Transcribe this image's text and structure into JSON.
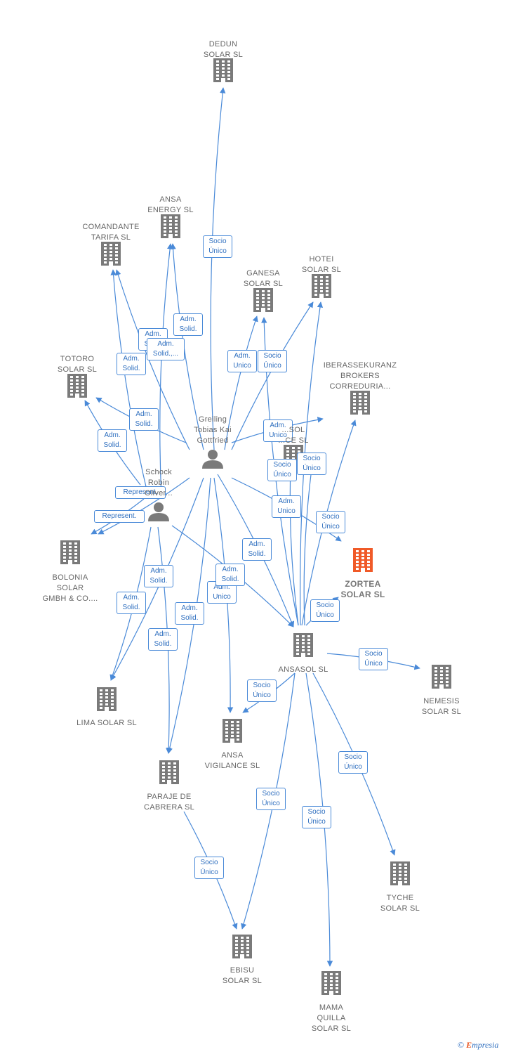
{
  "colors": {
    "edge": "#4a8ad8",
    "building": "#7a7a7a",
    "highlight": "#f05a28",
    "person": "#7a7a7a"
  },
  "nodes": [
    {
      "id": "dedun",
      "type": "company",
      "label": [
        "DEDUN",
        "SOLAR  SL"
      ]
    },
    {
      "id": "ansa_energy",
      "type": "company",
      "label": [
        "ANSA",
        "ENERGY SL"
      ]
    },
    {
      "id": "comandante",
      "type": "company",
      "label": [
        "COMANDANTE",
        "TARIFA  SL"
      ]
    },
    {
      "id": "ganesa",
      "type": "company",
      "label": [
        "GANESA",
        "SOLAR  SL"
      ]
    },
    {
      "id": "hotei",
      "type": "company",
      "label": [
        "HOTEI",
        "SOLAR  SL"
      ]
    },
    {
      "id": "iberas",
      "type": "company",
      "label": [
        "IBERASSEKURANZ",
        "BROKERS",
        "CORREDURIA..."
      ]
    },
    {
      "id": "totoro",
      "type": "company",
      "label": [
        "TOTORO",
        "SOLAR SL"
      ]
    },
    {
      "id": "greiling",
      "type": "person",
      "label": [
        "Greiling",
        "Tobias Kai",
        "Gottfried"
      ]
    },
    {
      "id": "ansasolce",
      "type": "company",
      "label": [
        "...SOL",
        "...CE  SL"
      ]
    },
    {
      "id": "schock",
      "type": "person",
      "label": [
        "Schock",
        "Robin",
        "Oliver..."
      ]
    },
    {
      "id": "bolonia",
      "type": "company",
      "label": [
        "BOLONIA",
        "SOLAR",
        "GMBH & CO...."
      ]
    },
    {
      "id": "zortea",
      "type": "company",
      "highlight": true,
      "label": [
        "ZORTEA",
        "SOLAR  SL"
      ]
    },
    {
      "id": "ansasol",
      "type": "company",
      "label": [
        "ANSASOL SL"
      ]
    },
    {
      "id": "nemesis",
      "type": "company",
      "label": [
        "NEMESIS",
        "SOLAR  SL"
      ]
    },
    {
      "id": "lima",
      "type": "company",
      "label": [
        "LIMA SOLAR SL"
      ]
    },
    {
      "id": "vigilance",
      "type": "company",
      "label": [
        "ANSA",
        "VIGILANCE  SL"
      ]
    },
    {
      "id": "paraje",
      "type": "company",
      "label": [
        "PARAJE DE",
        "CABRERA SL"
      ]
    },
    {
      "id": "tyche",
      "type": "company",
      "label": [
        "TYCHE",
        "SOLAR  SL"
      ]
    },
    {
      "id": "ebisu",
      "type": "company",
      "label": [
        "EBISU",
        "SOLAR  SL"
      ]
    },
    {
      "id": "mama",
      "type": "company",
      "label": [
        "MAMA",
        "QUILLA",
        "SOLAR  SL"
      ]
    }
  ],
  "edges": [
    {
      "from": "greiling",
      "to": "dedun",
      "label": [
        "Socio",
        "Único"
      ]
    },
    {
      "from": "greiling",
      "to": "ansa_energy",
      "label": [
        "Adm.",
        "Solid."
      ]
    },
    {
      "from": "greiling",
      "to": "comandante",
      "label": [
        "Adm.",
        "Solid."
      ]
    },
    {
      "from": "greiling",
      "to": "ganesa",
      "label": [
        "Adm.",
        "Unico"
      ]
    },
    {
      "from": "greiling",
      "to": "hotei",
      "label": [
        "Adm.",
        "Unico"
      ]
    },
    {
      "from": "greiling",
      "to": "totoro",
      "label": [
        "Adm.",
        "Solid."
      ]
    },
    {
      "from": "greiling",
      "to": "ansasolce",
      "label": [
        "Adm.",
        "Unico"
      ]
    },
    {
      "from": "greiling",
      "to": "bolonia",
      "label": [
        "Represent."
      ]
    },
    {
      "from": "greiling",
      "to": "zortea",
      "label": [
        "Adm.",
        "Unico"
      ]
    },
    {
      "from": "greiling",
      "to": "ansasol",
      "label": [
        "Adm.",
        "Solid."
      ]
    },
    {
      "from": "greiling",
      "to": "lima",
      "label": [
        "Adm.",
        "Solid."
      ]
    },
    {
      "from": "greiling",
      "to": "vigilance",
      "label": [
        "Adm.",
        "Unico"
      ]
    },
    {
      "from": "greiling",
      "to": "paraje",
      "label": [
        "Adm.",
        "Solid."
      ]
    },
    {
      "from": "schock",
      "to": "ansa_energy",
      "label": [
        "Adm.",
        "Solid.,..."
      ]
    },
    {
      "from": "schock",
      "to": "comandante",
      "label": [
        "Adm.",
        "Solid."
      ]
    },
    {
      "from": "schock",
      "to": "totoro",
      "label": [
        "Adm.",
        "Solid."
      ]
    },
    {
      "from": "schock",
      "to": "bolonia",
      "label": [
        "Represent."
      ]
    },
    {
      "from": "schock",
      "to": "lima",
      "label": [
        "Adm.",
        "Solid."
      ]
    },
    {
      "from": "schock",
      "to": "paraje",
      "label": [
        "Adm.",
        "Solid."
      ]
    },
    {
      "from": "schock",
      "to": "ansasol",
      "label": [
        "Adm.",
        "Solid."
      ]
    },
    {
      "from": "ansasol",
      "to": "ganesa",
      "label": [
        "Socio",
        "Único"
      ]
    },
    {
      "from": "ansasol",
      "to": "hotei",
      "label": [
        "Socio",
        "Único"
      ]
    },
    {
      "from": "ansasol",
      "to": "iberas",
      "label": [
        "Socio",
        "Único"
      ]
    },
    {
      "from": "ansasol",
      "to": "ansasolce",
      "label": [
        "Socio",
        "Único"
      ]
    },
    {
      "from": "ansasol",
      "to": "zortea",
      "label": [
        "Socio",
        "Único"
      ]
    },
    {
      "from": "ansasol",
      "to": "zortea",
      "label": [
        "Socio",
        "Único"
      ]
    },
    {
      "from": "ansasol",
      "to": "nemesis",
      "label": [
        "Socio",
        "Único"
      ]
    },
    {
      "from": "ansasol",
      "to": "vigilance",
      "label": [
        "Socio",
        "Único"
      ]
    },
    {
      "from": "ansasol",
      "to": "tyche",
      "label": [
        "Socio",
        "Único"
      ]
    },
    {
      "from": "ansasol",
      "to": "ebisu",
      "label": [
        "Socio",
        "Único"
      ]
    },
    {
      "from": "ansasol",
      "to": "mama",
      "label": [
        "Socio",
        "Único"
      ]
    },
    {
      "from": "paraje",
      "to": "ebisu",
      "label": [
        "Socio",
        "Único"
      ]
    }
  ],
  "footer": {
    "copyright": "©",
    "brand_initial": "E",
    "brand_rest": "mpresia"
  }
}
